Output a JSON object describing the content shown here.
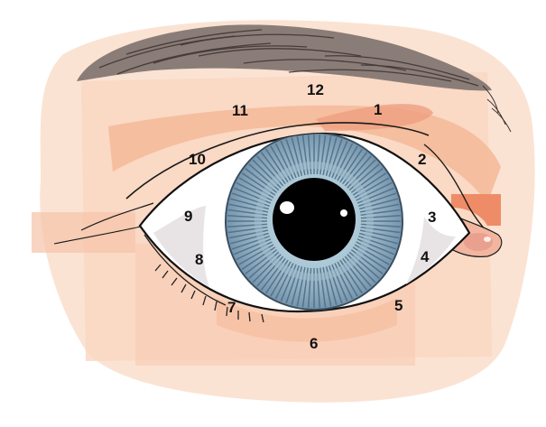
{
  "labels": [
    "1",
    "2",
    "3",
    "4",
    "5",
    "6",
    "7",
    "8",
    "9",
    "10",
    "11",
    "12"
  ],
  "colors": {
    "skin_light": "#fbe3d3",
    "skin_mid": "#f7c7ac",
    "skin_dark": "#ef9f7f",
    "iris_light": "#a9c6d5",
    "iris_dark": "#6f8fa6",
    "pupil": "#000000",
    "sclera": "#ffffff",
    "caruncle": "#e9a08e",
    "brow": "#7a6e6a"
  },
  "icons": [
    "eye-illustration"
  ]
}
